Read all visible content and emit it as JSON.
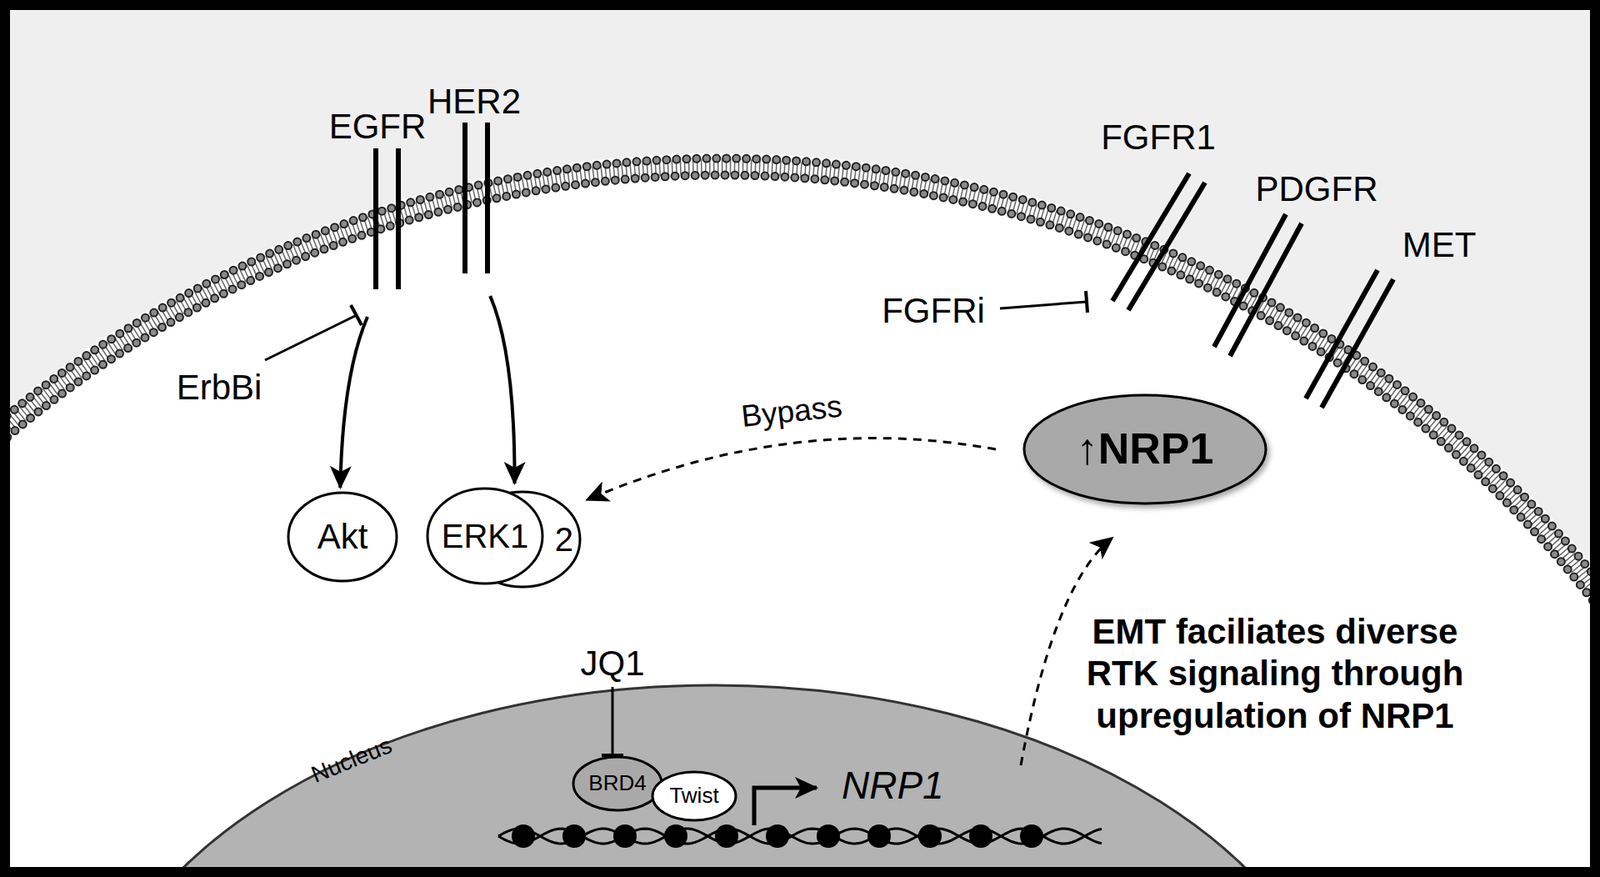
{
  "diagram": {
    "nodes": [
      {
        "text": [
          "EGFR"
        ]
      },
      {
        "text": [
          "HER2"
        ]
      },
      {
        "text": [
          "FGFR1"
        ]
      },
      {
        "text": [
          "PDGFR"
        ]
      },
      {
        "text": [
          "MET"
        ]
      },
      {
        "text": [
          "Akt"
        ]
      },
      {
        "text": [
          "ERK1"
        ]
      },
      {
        "text": [
          "2"
        ]
      },
      {
        "text": [
          "↑NRP1"
        ]
      },
      {
        "text": [
          "Nucleus"
        ]
      },
      {
        "text": [
          "BRD4"
        ],
        "in": 9
      },
      {
        "text": [
          "Twist"
        ],
        "in": 9
      }
    ],
    "edges": [
      {
        "from": 0,
        "to": 5,
        "arrow": "to"
      },
      {
        "from": 1,
        "to": 6,
        "arrow": "to"
      },
      {
        "from": 8,
        "to": 7,
        "label": "Bypass",
        "arrow": "to"
      }
    ],
    "labels": [
      "ErbBi",
      "FGFRi",
      "JQ1",
      "NRP1",
      "EMT faciliates diverse RTK signaling through upregulation of NRP1"
    ]
  }
}
